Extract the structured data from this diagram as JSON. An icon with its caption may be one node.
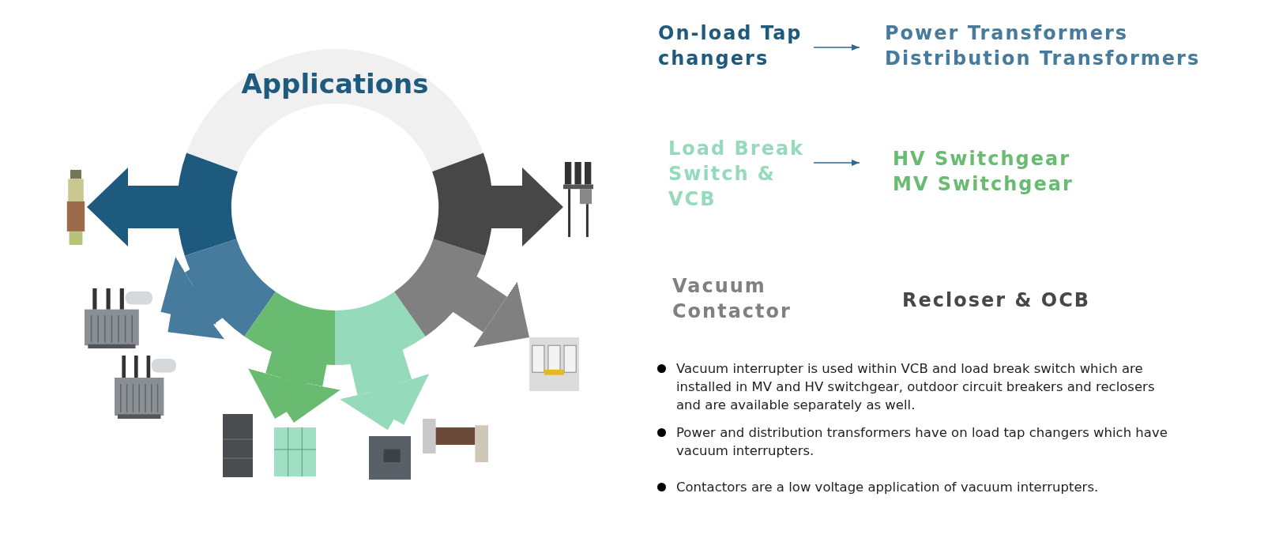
{
  "diagram": {
    "nodes": [
      {
        "text": [
          "Applications"
        ]
      },
      {
        "text": [],
        "shape": "picture"
      },
      {
        "text": [],
        "shape": "picture"
      },
      {
        "text": [],
        "shape": "picture"
      },
      {
        "text": [],
        "shape": "picture"
      },
      {
        "text": [],
        "shape": "picture"
      },
      {
        "text": [],
        "shape": "picture"
      },
      {
        "text": [],
        "shape": "picture"
      },
      {
        "text": [],
        "shape": "picture"
      },
      {
        "text": [],
        "shape": "picture"
      },
      {
        "text": [
          "On-load Tap changers"
        ]
      },
      {
        "text": [
          "Power Transformers",
          "Distribution Transformers"
        ]
      },
      {
        "text": [
          "Load Break Switch & VCB"
        ]
      },
      {
        "text": [
          "HV Switchgear",
          "MV Switchgear"
        ]
      },
      {
        "text": [
          "Vacuum Contactor"
        ]
      },
      {
        "text": [
          "Recloser & OCB"
        ]
      }
    ],
    "edges": [
      {
        "from": 0,
        "to": 1,
        "arrow": "to",
        "color": "#1e5a7e"
      },
      {
        "from": 0,
        "to": 2,
        "arrow": "to",
        "color": "#467b9e"
      },
      {
        "from": 0,
        "to": 3,
        "arrow": "to",
        "color": "#467b9e"
      },
      {
        "from": 0,
        "to": 4,
        "arrow": "to",
        "color": "#6abb72"
      },
      {
        "from": 0,
        "to": 5,
        "arrow": "to",
        "color": "#6abb72"
      },
      {
        "from": 0,
        "to": 6,
        "arrow": "to",
        "color": "#95dbbb"
      },
      {
        "from": 0,
        "to": 7,
        "arrow": "to",
        "color": "#95dbbb"
      },
      {
        "from": 0,
        "to": 8,
        "arrow": "to",
        "color": "#808080"
      },
      {
        "from": 0,
        "to": 9,
        "arrow": "to",
        "color": "#474747"
      },
      {
        "from": 10,
        "to": 11,
        "arrow": "to",
        "color": "#2d6a8f"
      },
      {
        "from": 12,
        "to": 13,
        "arrow": "to",
        "color": "#2d6a8f"
      }
    ],
    "labels": [
      "Vacuum interrupter is used within VCB and load break switch which are installed in MV and HV switchgear, outdoor circuit breakers and reclosers and are available separately as well.",
      "Power and distribution transformers have on load tap changers which have vacuum interrupters.",
      "Contactors are a low voltage application of vacuum interrupters."
    ]
  }
}
